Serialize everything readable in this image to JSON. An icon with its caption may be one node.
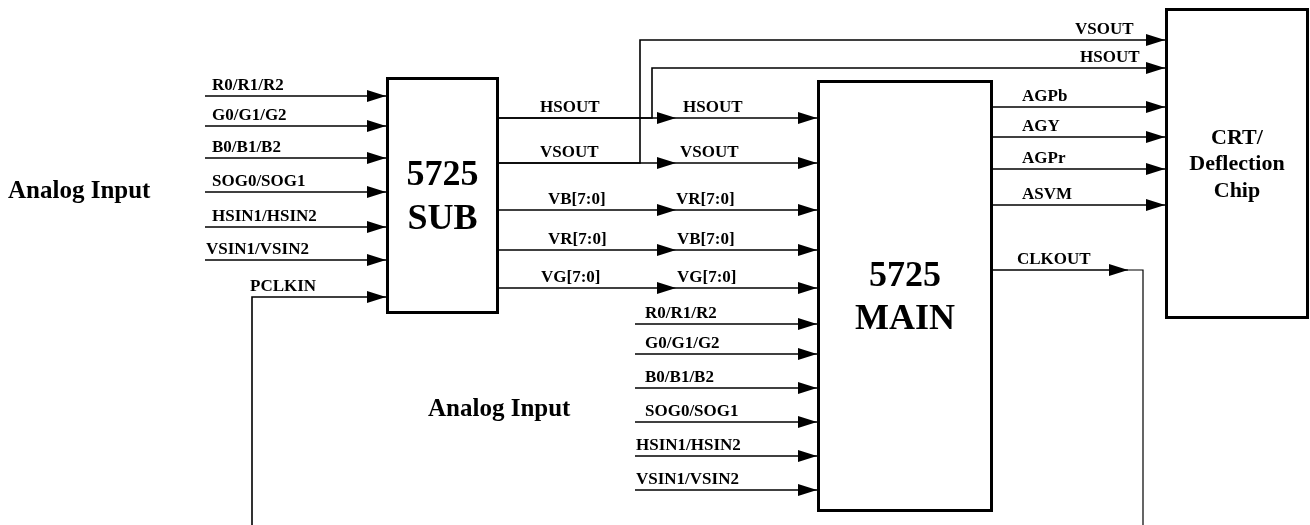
{
  "diagram": {
    "nodes": [
      {
        "text": [
          "5725 SUB"
        ]
      },
      {
        "text": [
          "5725 MAIN"
        ]
      },
      {
        "text": [
          "CRT/ Deflection Chip"
        ]
      }
    ],
    "edges": [
      {
        "from": 0,
        "to": 2,
        "arrow": "to",
        "label": "VSOUT"
      },
      {
        "from": 0,
        "to": 2,
        "arrow": "to",
        "label": "HSOUT"
      },
      {
        "from": null,
        "to": 0,
        "arrow": "to",
        "label": "R0/R1/R2"
      },
      {
        "from": null,
        "to": 0,
        "arrow": "to",
        "label": "G0/G1/G2"
      },
      {
        "from": null,
        "to": 0,
        "arrow": "to",
        "label": "B0/B1/B2"
      },
      {
        "from": null,
        "to": 0,
        "arrow": "to",
        "label": "SOG0/SOG1"
      },
      {
        "from": null,
        "to": 0,
        "arrow": "to",
        "label": "HSIN1/HSIN2"
      },
      {
        "from": null,
        "to": 0,
        "arrow": "to",
        "label": "VSIN1/VSIN2"
      },
      {
        "from": null,
        "to": 0,
        "arrow": "to",
        "label": "PCLKIN"
      },
      {
        "from": 0,
        "to": 1,
        "arrow": "to",
        "label": "HSOUT"
      },
      {
        "from": 0,
        "to": 1,
        "arrow": "to",
        "label": "VSOUT"
      },
      {
        "from": 0,
        "to": 1,
        "arrow": "to",
        "label": "VB[7:0]"
      },
      {
        "from": 0,
        "to": 1,
        "arrow": "to",
        "label": "VR[7:0]"
      },
      {
        "from": 0,
        "to": 1,
        "arrow": "to",
        "label": "VG[7:0]"
      },
      {
        "from": 1,
        "to": 2,
        "arrow": "to",
        "label": "AGPb"
      },
      {
        "from": 1,
        "to": 2,
        "arrow": "to",
        "label": "AGY"
      },
      {
        "from": 1,
        "to": 2,
        "arrow": "to",
        "label": "AGPr"
      },
      {
        "from": 1,
        "to": 2,
        "arrow": "to",
        "label": "ASVM"
      },
      {
        "from": 1,
        "to": null,
        "arrow": "to",
        "label": "CLKOUT"
      },
      {
        "from": null,
        "to": 1,
        "arrow": "to",
        "label": "R0/R1/R2"
      },
      {
        "from": null,
        "to": 1,
        "arrow": "to",
        "label": "G0/G1/G2"
      },
      {
        "from": null,
        "to": 1,
        "arrow": "to",
        "label": "B0/B1/B2"
      },
      {
        "from": null,
        "to": 1,
        "arrow": "to",
        "label": "SOG0/SOG1"
      },
      {
        "from": null,
        "to": 1,
        "arrow": "to",
        "label": "HSIN1/HSIN2"
      },
      {
        "from": null,
        "to": 1,
        "arrow": "to",
        "label": "VSIN1/VSIN2"
      }
    ],
    "labels": [
      "Analog Input",
      "HSOUT",
      "VSOUT",
      "VR[7:0]",
      "VB[7:0]",
      "VG[7:0]",
      "Analog Input"
    ]
  }
}
